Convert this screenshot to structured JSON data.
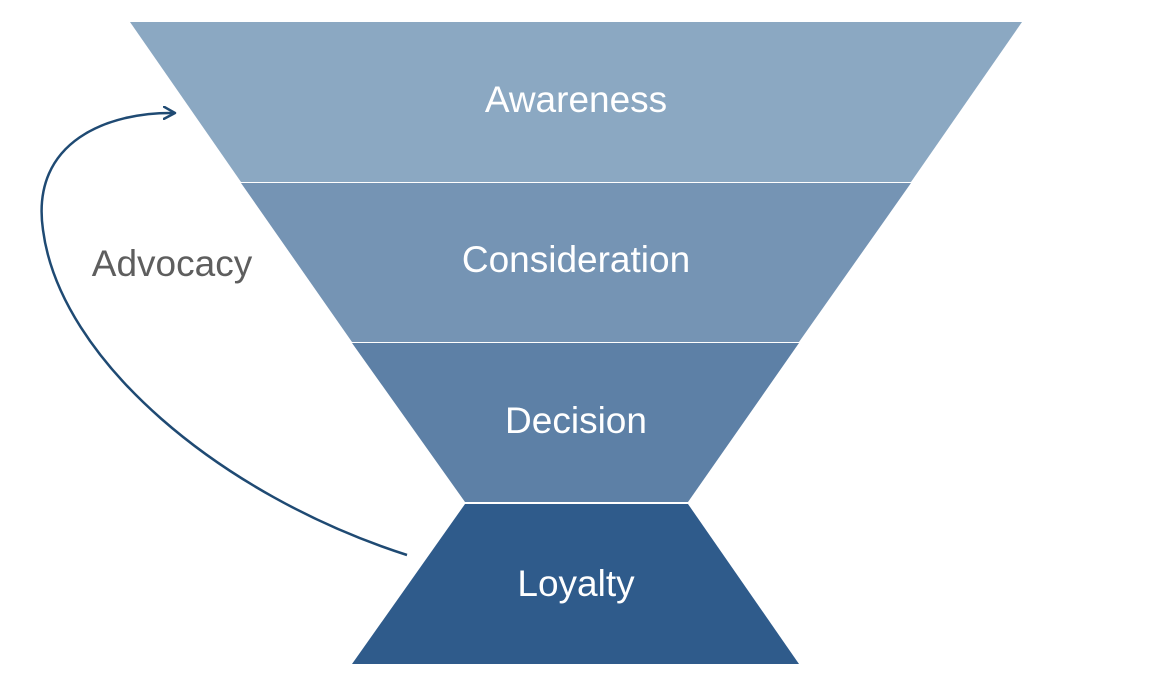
{
  "funnel": {
    "stages": [
      {
        "label": "Awareness",
        "color": "#8ba8c2"
      },
      {
        "label": "Consideration",
        "color": "#7594b4"
      },
      {
        "label": "Decision",
        "color": "#5d80a6"
      },
      {
        "label": "Loyalty",
        "color": "#2f5b8b"
      }
    ]
  },
  "advocacy": {
    "label": "Advocacy",
    "arrow_color": "#1f4a73"
  }
}
